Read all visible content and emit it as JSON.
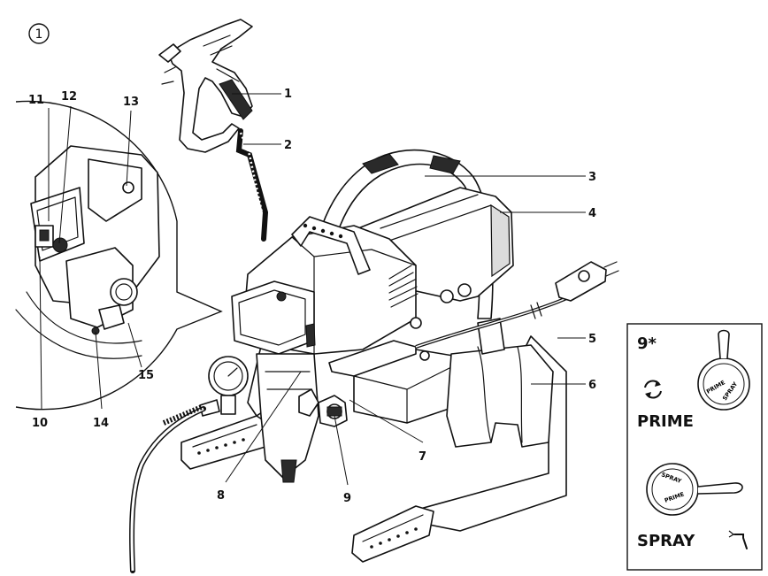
{
  "figure_number": "1",
  "callouts": {
    "c1": "1",
    "c2": "2",
    "c3": "3",
    "c4": "4",
    "c5": "5",
    "c6": "6",
    "c7": "7",
    "c8": "8",
    "c9": "9",
    "c10": "10",
    "c11": "11",
    "c12": "12",
    "c13": "13",
    "c14": "14",
    "c15": "15"
  },
  "inset": {
    "callout": "9*",
    "prime_label": "PRIME",
    "spray_label": "SPRAY",
    "key_text_prime": "PRIME",
    "key_text_spray": "SPRAY",
    "prime_icon": "rotate-arrows-icon",
    "spray_icon": "spray-gun-icon"
  }
}
